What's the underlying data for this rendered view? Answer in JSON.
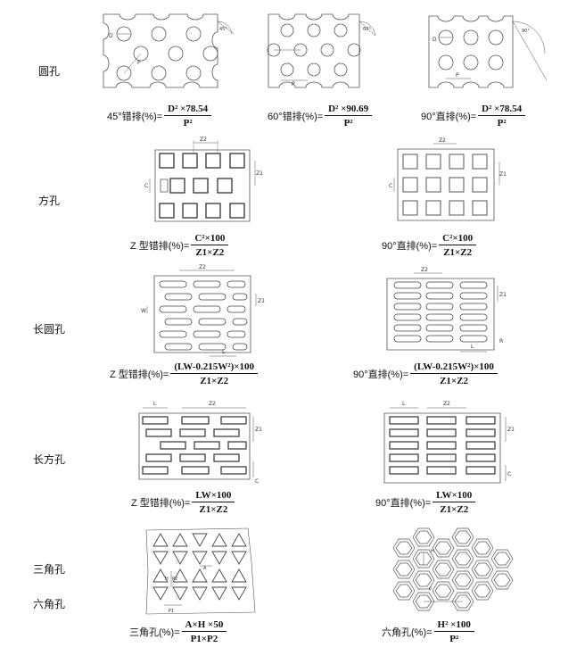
{
  "rows": [
    {
      "id": "round",
      "label": "圆孔"
    },
    {
      "id": "square",
      "label": "方孔"
    },
    {
      "id": "slot",
      "label": "长圆孔"
    },
    {
      "id": "rect",
      "label": "长方孔"
    },
    {
      "id": "triangle",
      "label": "三角孔"
    },
    {
      "id": "hexagon",
      "label": "六角孔"
    }
  ],
  "formulas": {
    "round_45": {
      "prefix": "45°错排(%)=",
      "numerator": "D² ×78.54",
      "denominator": "P²"
    },
    "round_60": {
      "prefix": "60°错排(%)=",
      "numerator": "D² ×90.69",
      "denominator": "P²"
    },
    "round_90": {
      "prefix": "90°直排(%)=",
      "numerator": "D² ×78.54",
      "denominator": "P²"
    },
    "square_z": {
      "prefix": "Z 型错排(%)=",
      "numerator": "C²×100",
      "denominator": "Z1×Z2"
    },
    "square_90": {
      "prefix": "90°直排(%)=",
      "numerator": "C²×100",
      "denominator": "Z1×Z2"
    },
    "slot_z": {
      "prefix": "Z 型错排(%)=",
      "numerator": "(LW-0.215W²)×100",
      "denominator": "Z1×Z2"
    },
    "slot_90": {
      "prefix": "90°直排(%)=",
      "numerator": "(LW-0.215W²)×100",
      "denominator": "Z1×Z2"
    },
    "rect_z": {
      "prefix": "Z 型错排(%)=",
      "numerator": "LW×100",
      "denominator": "Z1×Z2"
    },
    "rect_90": {
      "prefix": "90°直排(%)=",
      "numerator": "LW×100",
      "denominator": "Z1×Z2"
    },
    "triangle": {
      "prefix": "三角孔(%)=",
      "numerator": "A×H ×50",
      "denominator": "P1×P2"
    },
    "hexagon": {
      "prefix": "六角孔(%)=",
      "numerator": "H² ×100",
      "denominator": "P²"
    }
  },
  "dims": {
    "d": "D",
    "p": "P",
    "a45": "45°",
    "a60": "60°",
    "a90": "90°",
    "c": "C",
    "z1": "Z1",
    "z2": "Z2",
    "w": "W",
    "l": "L",
    "r": "R",
    "a": "A",
    "h": "H",
    "p1": "P1",
    "p2": "P2"
  }
}
